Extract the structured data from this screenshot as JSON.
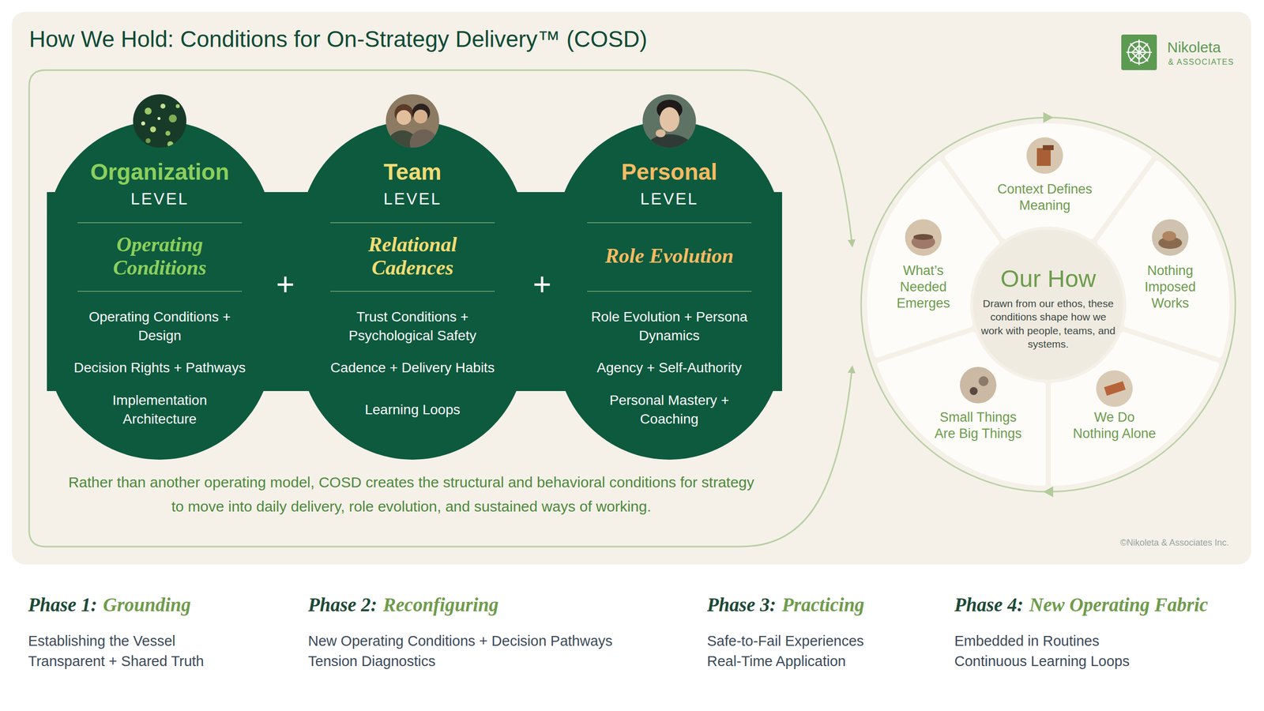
{
  "diagram": {
    "title": "How We Hold: Conditions for On-Strategy Delivery™ (COSD)",
    "caption": "Rather than another operating model, COSD creates the structural and behavioral conditions for strategy to move into daily delivery, role evolution, and sustained ways of working.",
    "nodes": [
      {
        "text": [
          "Organization",
          "LEVEL",
          "Operating Conditions",
          "Operating Conditions + Design",
          "Decision Rights + Pathways",
          "Implementation Architecture"
        ]
      },
      {
        "text": [
          "Team",
          "LEVEL",
          "Relational Cadences",
          "Trust Conditions + Psychological Safety",
          "Cadence + Delivery Habits",
          "Learning Loops"
        ]
      },
      {
        "text": [
          "Personal",
          "LEVEL",
          "Role Evolution",
          "Role Evolution + Persona Dynamics",
          "Agency + Self-Authority",
          "Personal Mastery + Coaching"
        ]
      },
      {
        "text": [
          "Our How",
          "Drawn from our ethos, these conditions shape how we work with people, teams, and systems."
        ]
      },
      {
        "text": [
          "Context Defines Meaning"
        ]
      },
      {
        "text": [
          "Nothing Imposed Works"
        ]
      },
      {
        "text": [
          "We Do Nothing Alone"
        ]
      },
      {
        "text": [
          "Small Things Are Big Things"
        ]
      },
      {
        "text": [
          "What’s Needed Emerges"
        ]
      }
    ],
    "labels": [
      "Nikoleta",
      "& ASSOCIATES",
      "+",
      "+",
      "©Nikoleta & Associates Inc.",
      "Phase 1:",
      "Grounding",
      "Establishing the Vessel",
      "Transparent + Shared Truth",
      "Phase 2:",
      "Reconfiguring",
      "New Operating Conditions + Decision Pathways",
      "Tension Diagnostics",
      "Phase 3:",
      "Practicing",
      "Safe-to-Fail Experiences",
      "Real-Time Application",
      "Phase 4:",
      "New Operating Fabric",
      "Embedded in Routines",
      "Continuous Learning Loops"
    ]
  }
}
